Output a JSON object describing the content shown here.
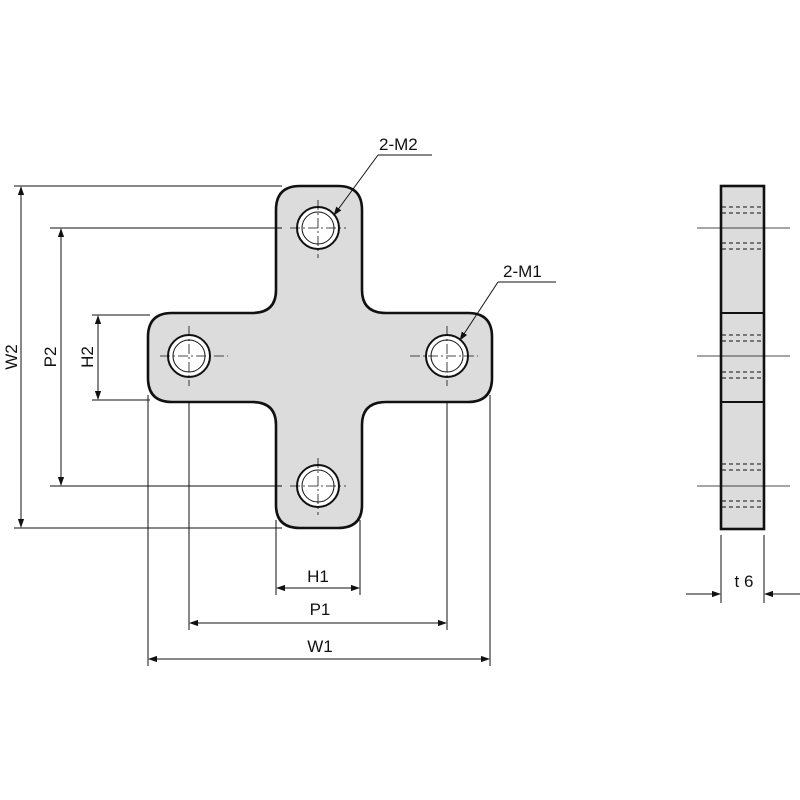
{
  "labels": {
    "m2": "2-M2",
    "m1": "2-M1",
    "w2": "W2",
    "p2": "P2",
    "h2": "H2",
    "h1": "H1",
    "p1": "P1",
    "w1": "W1",
    "thickness": "t 6"
  },
  "colors": {
    "plate_fill": "#dcdcdc",
    "outline": "#111111",
    "hole_fill": "#ffffff"
  }
}
